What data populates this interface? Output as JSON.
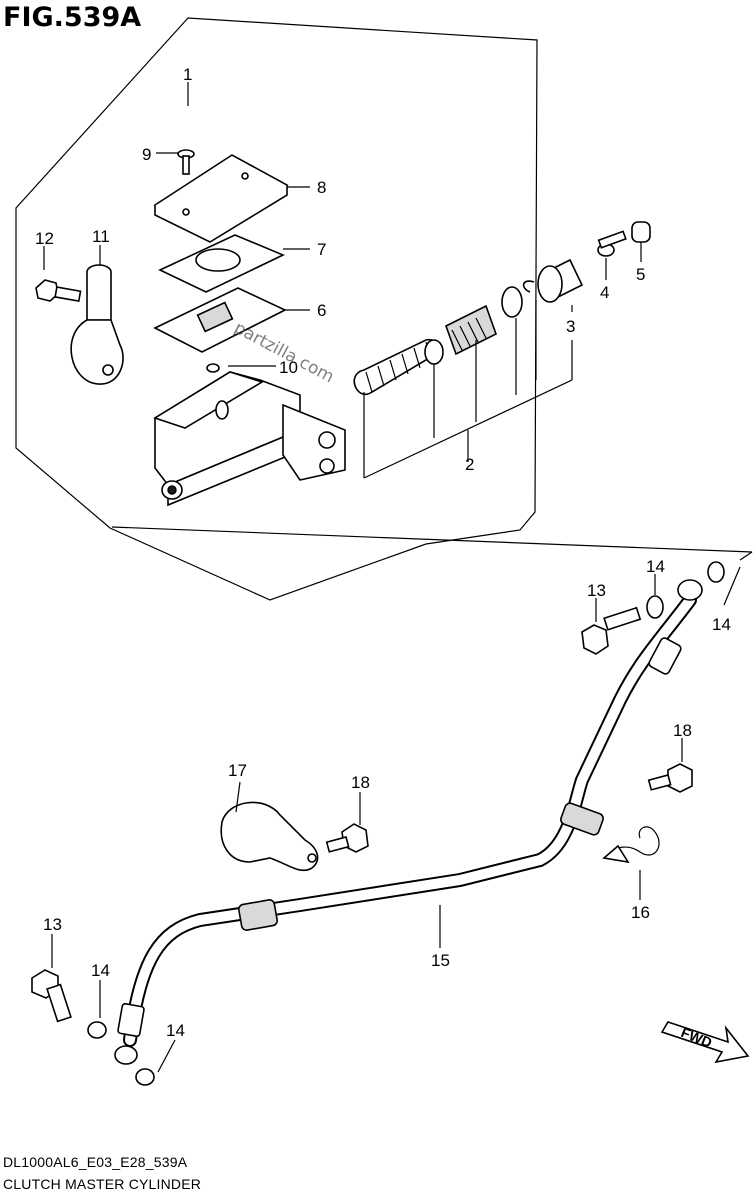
{
  "figure": {
    "title": "FIG.539A"
  },
  "footer": {
    "model_code": "DL1000AL6_E03_E28_539A",
    "section_name": "CLUTCH MASTER CYLINDER"
  },
  "watermark": "partzilla.com",
  "direction_badge": "FWD",
  "callouts": {
    "c1": "1",
    "c2": "2",
    "c3": "3",
    "c4": "4",
    "c5": "5",
    "c6": "6",
    "c7": "7",
    "c8": "8",
    "c9": "9",
    "c10": "10",
    "c11": "11",
    "c12": "12",
    "c13a": "13",
    "c14a": "14",
    "c14b": "14",
    "c13b": "13",
    "c14c": "14",
    "c14d": "14",
    "c15": "15",
    "c16": "16",
    "c17": "17",
    "c18a": "18",
    "c18b": "18"
  }
}
